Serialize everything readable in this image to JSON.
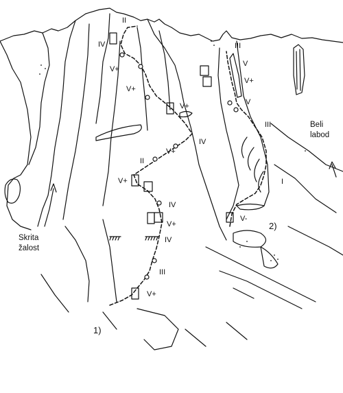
{
  "colors": {
    "ink": "#111111",
    "paper": "#ffffff"
  },
  "routes": [
    {
      "label": "1)"
    },
    {
      "label": "2)"
    }
  ],
  "places": {
    "skrita_line1": "Skrita",
    "skrita_line2": "žalost",
    "beli_line1": "Beli",
    "beli_line2": "labod"
  },
  "route1_grades": [
    "II",
    "IV",
    "V+",
    "V+",
    "V+",
    "IV",
    "V+",
    "II",
    "V+",
    "IV",
    "V+",
    "IV",
    "III",
    "V+"
  ],
  "route2_grades": [
    "III",
    "V",
    "V+",
    "V",
    "III",
    "I",
    "V-"
  ]
}
